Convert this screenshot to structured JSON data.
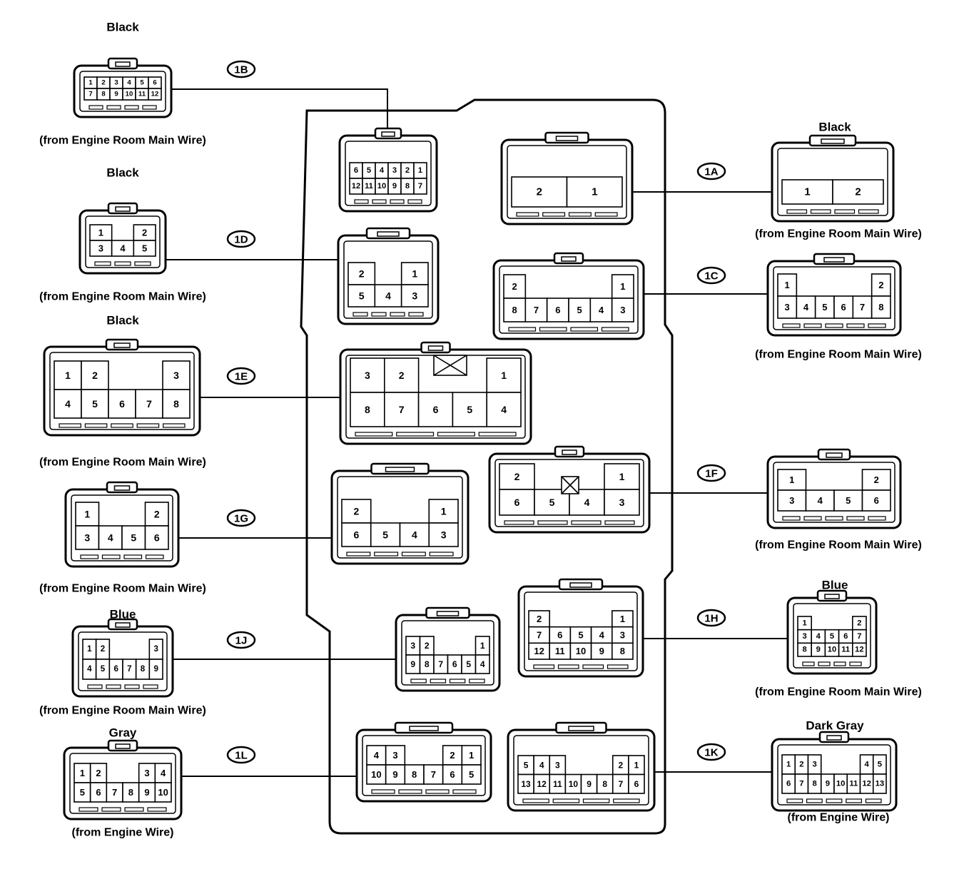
{
  "panel": {
    "name": "junction-block"
  },
  "connectors": [
    {
      "code": "1B",
      "color": "Black",
      "source": "(from Engine Room Main Wire)",
      "plug_rows": [
        [
          "1",
          "2",
          "3",
          "4",
          "5",
          "6"
        ],
        [
          "7",
          "8",
          "9",
          "10",
          "11",
          "12"
        ]
      ],
      "socket_rows": [
        [
          "6",
          "5",
          "4",
          "3",
          "2",
          "1"
        ],
        [
          "12",
          "11",
          "10",
          "9",
          "8",
          "7"
        ]
      ]
    },
    {
      "code": "1D",
      "color": "Black",
      "source": "(from Engine Room Main Wire)",
      "plug_rows": [
        [
          "1",
          "2"
        ],
        [
          "3",
          "4",
          "5"
        ]
      ],
      "socket_rows": [
        [
          "2",
          "1"
        ],
        [
          "5",
          "4",
          "3"
        ]
      ]
    },
    {
      "code": "1E",
      "color": "Black",
      "source": "(from Engine Room Main Wire)",
      "plug_rows": [
        [
          "1",
          "2",
          "3"
        ],
        [
          "4",
          "5",
          "6",
          "7",
          "8"
        ]
      ],
      "socket_rows": [
        [
          "3",
          "2",
          "1"
        ],
        [
          "8",
          "7",
          "6",
          "5",
          "4"
        ]
      ]
    },
    {
      "code": "1G",
      "color": "",
      "source": "(from Engine Room Main Wire)",
      "plug_rows": [
        [
          "1",
          "2"
        ],
        [
          "3",
          "4",
          "5",
          "6"
        ]
      ],
      "socket_rows": [
        [
          "2",
          "1"
        ],
        [
          "6",
          "5",
          "4",
          "3"
        ]
      ]
    },
    {
      "code": "1J",
      "color": "Blue",
      "source": "(from Engine Room Main Wire)",
      "plug_rows": [
        [
          "1",
          "2",
          "3"
        ],
        [
          "4",
          "5",
          "6",
          "7",
          "8",
          "9"
        ]
      ],
      "socket_rows": [
        [
          "3",
          "2",
          "1"
        ],
        [
          "9",
          "8",
          "7",
          "6",
          "5",
          "4"
        ]
      ]
    },
    {
      "code": "1L",
      "color": "Gray",
      "source": "(from Engine Wire)",
      "plug_rows": [
        [
          "1",
          "2",
          "3",
          "4"
        ],
        [
          "5",
          "6",
          "7",
          "8",
          "9",
          "10"
        ]
      ],
      "socket_rows": [
        [
          "4",
          "3",
          "2",
          "1"
        ],
        [
          "10",
          "9",
          "8",
          "7",
          "6",
          "5"
        ]
      ]
    },
    {
      "code": "1A",
      "color": "Black",
      "source": "(from Engine Room Main Wire)",
      "plug_rows": [
        [
          "1",
          "2"
        ]
      ],
      "socket_rows": [
        [
          "2",
          "1"
        ]
      ]
    },
    {
      "code": "1C",
      "color": "",
      "source": "(from Engine Room Main Wire)",
      "plug_rows": [
        [
          "1",
          "2"
        ],
        [
          "3",
          "4",
          "5",
          "6",
          "7",
          "8"
        ]
      ],
      "socket_rows": [
        [
          "2",
          "1"
        ],
        [
          "8",
          "7",
          "6",
          "5",
          "4",
          "3"
        ]
      ]
    },
    {
      "code": "1F",
      "color": "",
      "source": "(from Engine Room Main Wire)",
      "plug_rows": [
        [
          "1",
          "2"
        ],
        [
          "3",
          "4",
          "5",
          "6"
        ]
      ],
      "socket_rows": [
        [
          "2",
          "1"
        ],
        [
          "6",
          "5",
          "4",
          "3"
        ]
      ]
    },
    {
      "code": "1H",
      "color": "Blue",
      "source": "(from Engine Room Main Wire)",
      "plug_rows": [
        [
          "1",
          "2"
        ],
        [
          "3",
          "4",
          "5",
          "6",
          "7"
        ],
        [
          "8",
          "9",
          "10",
          "11",
          "12"
        ]
      ],
      "socket_rows": [
        [
          "2",
          "1"
        ],
        [
          "7",
          "6",
          "5",
          "4",
          "3"
        ],
        [
          "12",
          "11",
          "10",
          "9",
          "8"
        ]
      ]
    },
    {
      "code": "1K",
      "color": "Dark Gray",
      "source": "(from Engine Wire)",
      "plug_rows": [
        [
          "1",
          "2",
          "3",
          "4",
          "5"
        ],
        [
          "6",
          "7",
          "8",
          "9",
          "10",
          "11",
          "12",
          "13"
        ]
      ],
      "socket_rows": [
        [
          "5",
          "4",
          "3",
          "2",
          "1"
        ],
        [
          "13",
          "12",
          "11",
          "10",
          "9",
          "8",
          "7",
          "6"
        ]
      ]
    }
  ]
}
